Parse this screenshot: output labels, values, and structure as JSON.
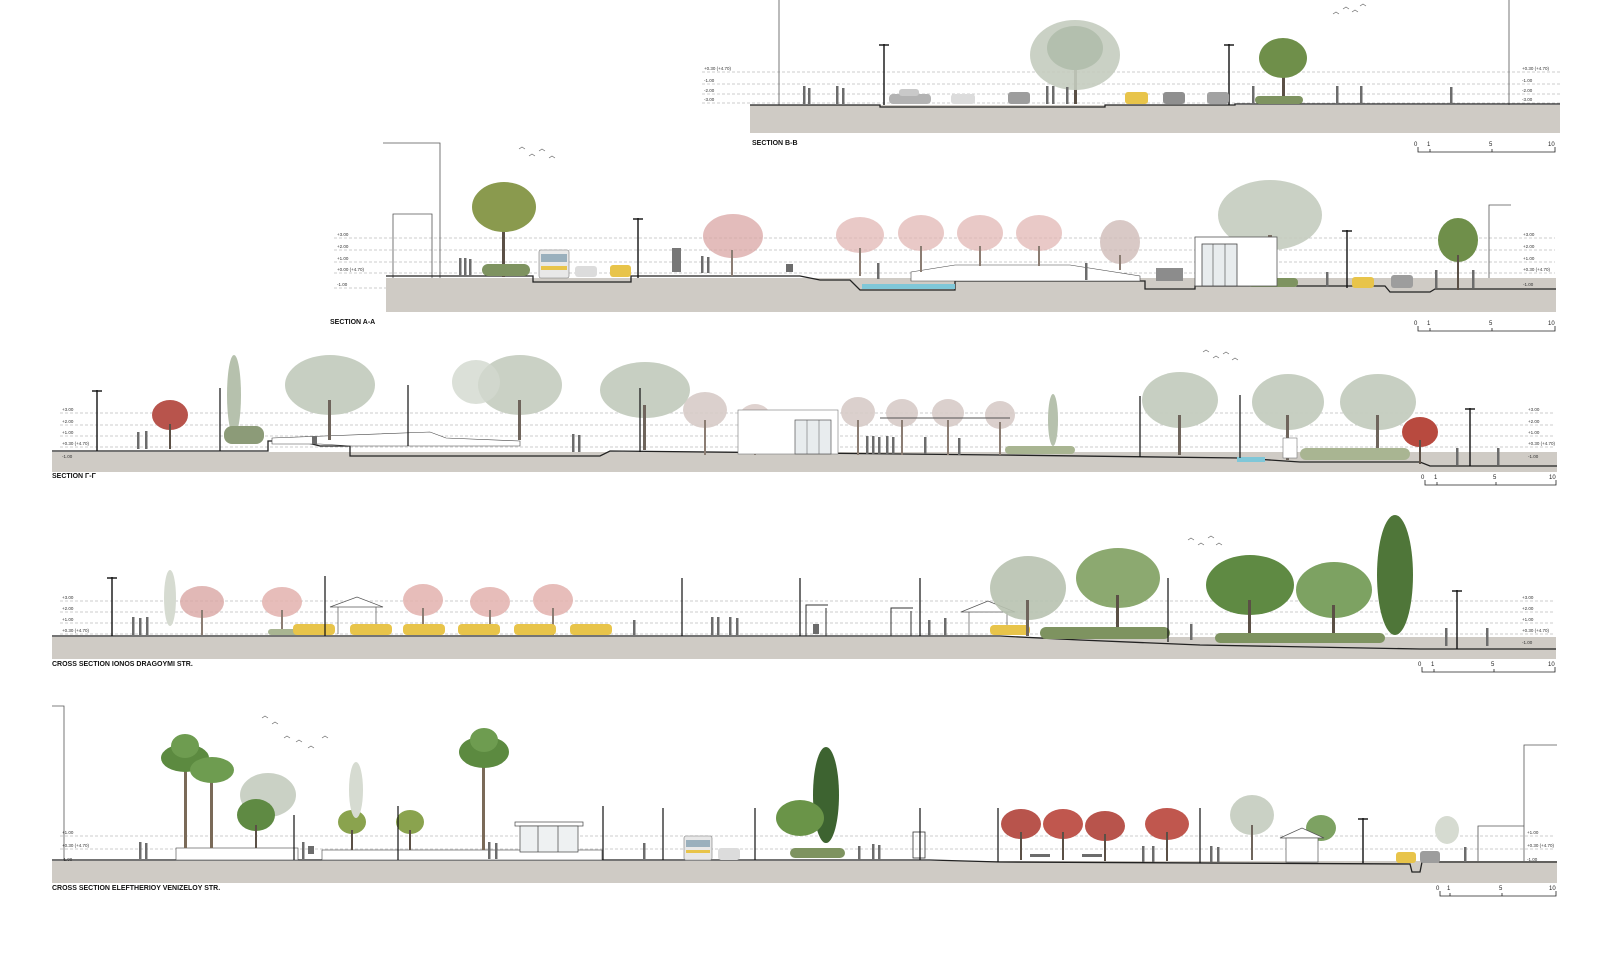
{
  "sections": [
    {
      "id": "b-b",
      "title": "SECTION B-B",
      "levels_left": [
        "+0.30 (+4.70)",
        "-1.00",
        "-2.00",
        "-3.00"
      ],
      "levels_right": [
        "+0.30 (+4.70)",
        "-1.00",
        "-2.00",
        "-3.00"
      ],
      "scale_labels": [
        "0",
        "1",
        "5",
        "10"
      ]
    },
    {
      "id": "a-a",
      "title": "SECTION A-A",
      "levels_left": [
        "+3.00",
        "+2.00",
        "+1.00",
        "+0.00 (+4.70)",
        "-1.00"
      ],
      "levels_right": [
        "+3.00",
        "+2.00",
        "+1.00",
        "+0.30 (+4.70)",
        "-1.00"
      ],
      "scale_labels": [
        "0",
        "1",
        "5",
        "10"
      ]
    },
    {
      "id": "g-g",
      "title": "SECTION Γ-Γ",
      "levels_left": [
        "+3.00",
        "+2.00",
        "+1.00",
        "+0.30 (+4.70)",
        "-1.00"
      ],
      "levels_right": [
        "+3.00",
        "+2.00",
        "+1.00",
        "+0.30 (+4.70)",
        "-1.00"
      ],
      "scale_labels": [
        "0",
        "1",
        "5",
        "10"
      ]
    },
    {
      "id": "ionos",
      "title": "CROSS SECTION IONOS DRAGOYMI STR.",
      "levels_left": [
        "+3.00",
        "+2.00",
        "+1.00",
        "+0.30 (+4.70)"
      ],
      "levels_right": [
        "+3.00",
        "+2.00",
        "+1.00",
        "+0.30 (+4.70)",
        "-1.00"
      ],
      "scale_labels": [
        "0",
        "1",
        "5",
        "10"
      ]
    },
    {
      "id": "venizeloy",
      "title": "CROSS SECTION ELEFTHERIOY VENIZELOY STR.",
      "levels_left": [
        "+1.00",
        "+0.30 (+4.70)",
        "-1.00"
      ],
      "levels_right": [
        "+1.00",
        "+0.30 (+4.70)",
        "-1.00"
      ],
      "scale_labels": [
        "0",
        "1",
        "5",
        "10"
      ]
    }
  ],
  "colors": {
    "ground": "#cfcbc5",
    "ground_line": "#222222",
    "dash": "#9a9a9a",
    "tree_green": "#6f8f4a",
    "tree_mist": "#c4ccbf",
    "tree_red": "#b8544c",
    "tree_pink": "#d9a6a4",
    "hedge": "#7e9360",
    "water": "#7fc7d8",
    "taxi": "#e8c44a",
    "car": "#b3b3b3",
    "person": "#6c6c6c"
  },
  "icons": {
    "lamp": "street-lamp-icon",
    "tree": "tree-icon",
    "palm": "palm-tree-icon",
    "cypress": "cypress-icon",
    "car": "car-icon",
    "taxi": "taxi-icon",
    "bus": "bus-icon",
    "person": "pedestrian-icon",
    "birds": "birds-icon",
    "kiosk": "bus-shelter-icon",
    "umbrella": "umbrella-kiosk-icon"
  }
}
